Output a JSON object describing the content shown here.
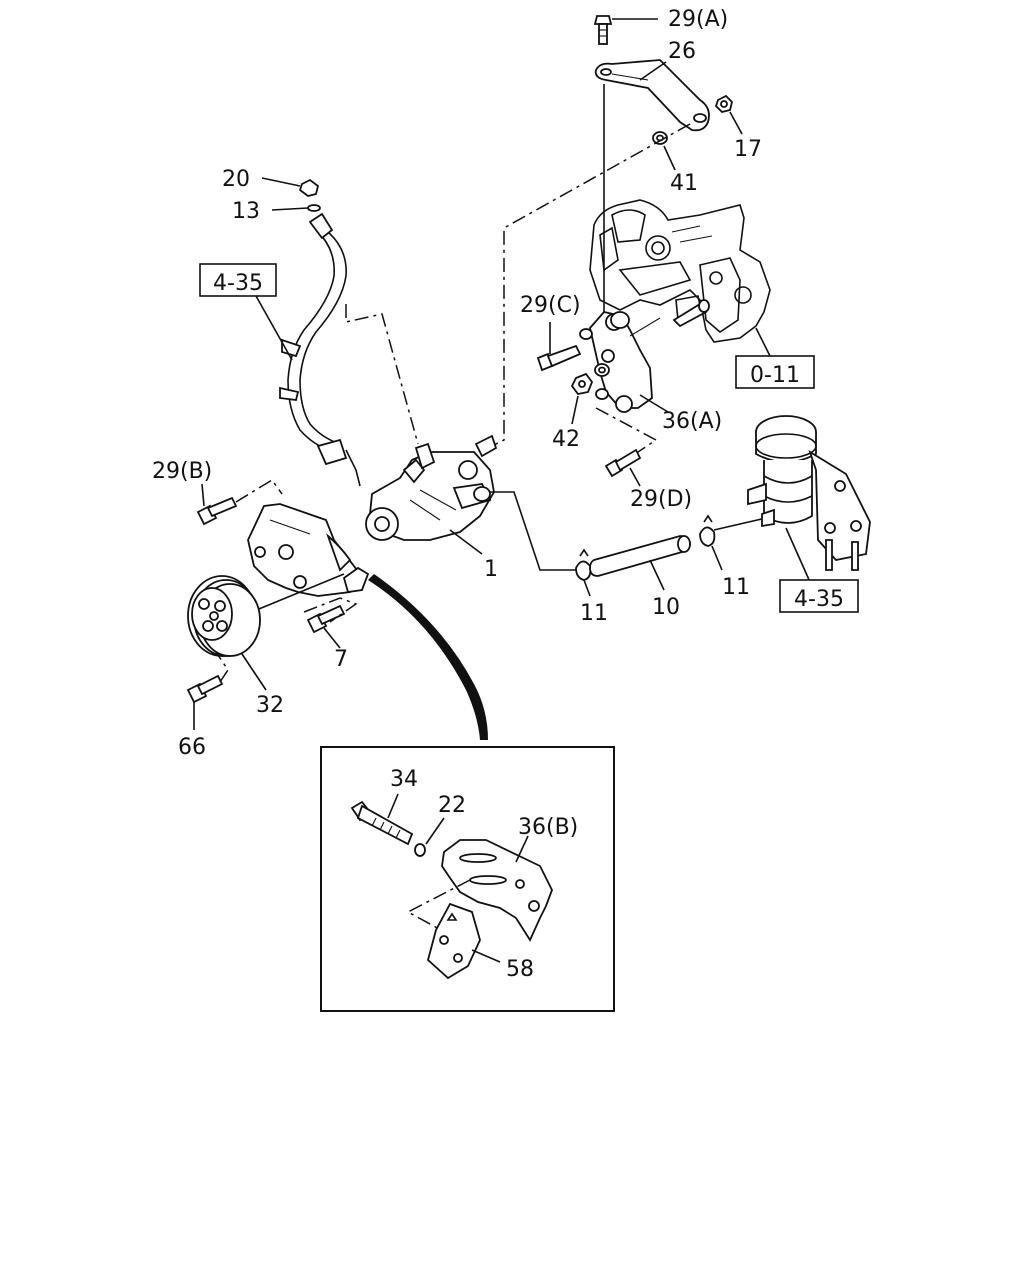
{
  "labels": {
    "l29a": "29(A)",
    "l26": "26",
    "l17": "17",
    "l41": "41",
    "l20": "20",
    "l13": "13",
    "l29c": "29(C)",
    "l42": "42",
    "l36a": "36(A)",
    "l29d": "29(D)",
    "l29b": "29(B)",
    "l1": "1",
    "l11a": "11",
    "l10": "10",
    "l11b": "11",
    "l7": "7",
    "l32": "32",
    "l66": "66",
    "l34": "34",
    "l22": "22",
    "l36b": "36(B)",
    "l58": "58"
  },
  "references": {
    "ref_hose": "4-35",
    "ref_engine": "0-11",
    "ref_reservoir": "4-35"
  }
}
